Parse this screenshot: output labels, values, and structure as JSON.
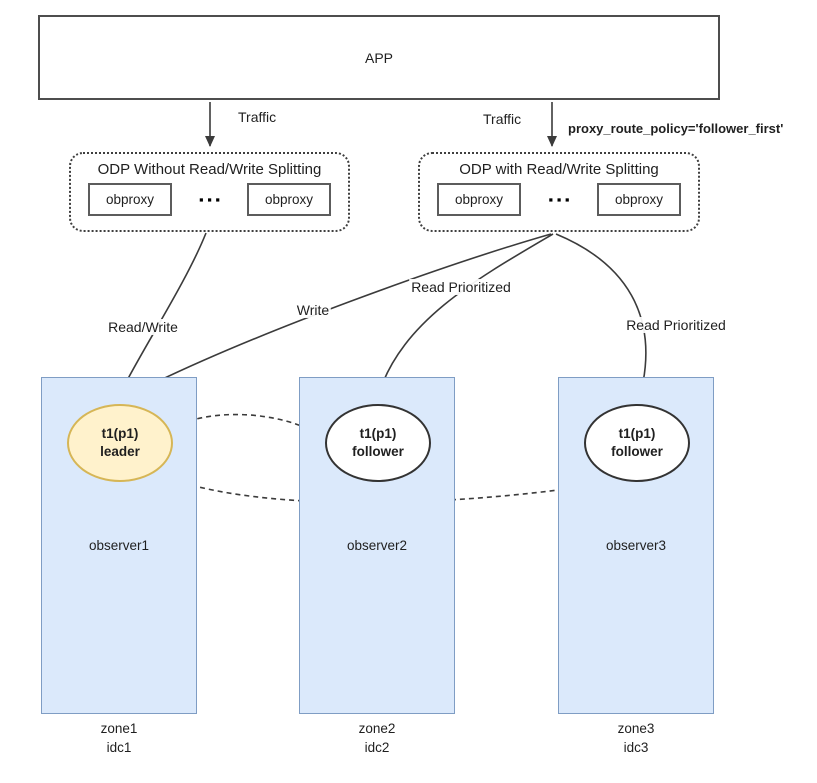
{
  "app": {
    "label": "APP"
  },
  "edges": {
    "traffic_left_label": "Traffic",
    "traffic_right_label": "Traffic",
    "proxy_policy_label": "proxy_route_policy='follower_first'",
    "read_write_label": "Read/Write",
    "write_label": "Write",
    "read_prioritized_1_label": "Read Prioritized",
    "read_prioritized_2_label": "Read Prioritized"
  },
  "odp_left": {
    "title": "ODP Without Read/Write Splitting",
    "proxies": [
      "obproxy",
      "obproxy"
    ],
    "ellipsis": "▪ ▪ ▪"
  },
  "odp_right": {
    "title": "ODP with Read/Write Splitting",
    "proxies": [
      "obproxy",
      "obproxy"
    ],
    "ellipsis": "▪ ▪ ▪"
  },
  "zones": [
    {
      "replica_line1": "t1(p1)",
      "replica_line2": "leader",
      "replica_role": "leader",
      "server": "observer1",
      "zone": "zone1",
      "idc": "idc1"
    },
    {
      "replica_line1": "t1(p1)",
      "replica_line2": "follower",
      "replica_role": "follower",
      "server": "observer2",
      "zone": "zone2",
      "idc": "idc2"
    },
    {
      "replica_line1": "t1(p1)",
      "replica_line2": "follower",
      "replica_role": "follower",
      "server": "observer3",
      "zone": "zone3",
      "idc": "idc3"
    }
  ],
  "colors": {
    "zone_fill": "#dbe9fb",
    "zone_border": "#7f9dc4",
    "leader_fill": "#fff2cc",
    "leader_border": "#d6b656",
    "follower_fill": "#ffffff",
    "follower_border": "#333333",
    "edge_stroke": "#3b3b3b",
    "box_border": "#4d4d4d"
  }
}
